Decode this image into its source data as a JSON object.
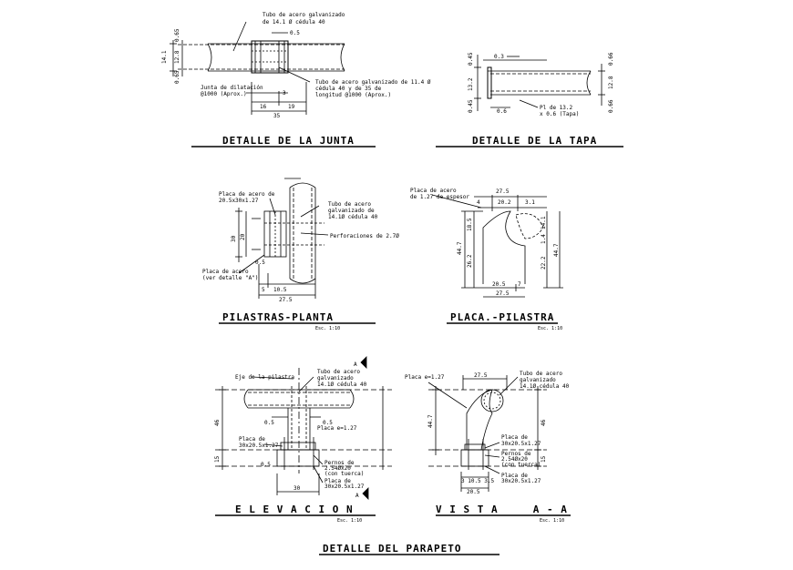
{
  "sheet_title": "DETALLE DEL PARAPETO",
  "junta": {
    "title": "DETALLE DE LA JUNTA",
    "note_top_1": "Tubo de acero galvanizado",
    "note_top_2": "de 14.1 Ø cédula 40",
    "note_right_1": "Tubo de acero galvanizado de 11.4 Ø",
    "note_right_2": "cédula 40 y de 35 de",
    "note_right_3": "longitud @1000 (Aprox.)",
    "note_left_1": "Junta de dilatación",
    "note_left_2": "@1000 (Aprox.)",
    "dim_top_gap": "0.5",
    "dim_3": "3",
    "dim_16": "16",
    "dim_19": "19",
    "dim_35": "35",
    "dim_14_1": "14.1",
    "dim_12_8": "12.8",
    "dim_0_65_a": "0.65",
    "dim_0_65_b": "0.65"
  },
  "tapa": {
    "title": "DETALLE DE LA TAPA",
    "dim_0_3": "0.3",
    "dim_0_6": "0.6",
    "dim_0_45_a": "0.45",
    "dim_13_2": "13.2",
    "dim_0_45_b": "0.45",
    "dim_0_66_a": "0.66",
    "dim_12_8": "12.8",
    "dim_0_66_b": "0.66",
    "note_1": "Pl de 13.2",
    "note_2": "x 0.6 (Tapa)"
  },
  "pilastras": {
    "title": "PILASTRAS-PLANTA",
    "scale": "Esc. 1:10",
    "note_plate_1": "Placa de acero de",
    "note_plate_2": "20.5x30x1.27",
    "note_tube_1": "Tubo de acero",
    "note_tube_2": "galvanizado de",
    "note_tube_3": "14.1Ø cédula 40",
    "note_perf": "Perforaciones de 2.7Ø",
    "note_plate2_1": "Placa de acero",
    "note_plate2_2": "(ver detalle \"A\")",
    "dim_5": "5",
    "dim_10_5": "10.5",
    "dim_27_5": "27.5",
    "dim_30": "30",
    "dim_20": "20",
    "dim_0_5": "0.5"
  },
  "placa": {
    "title": "PLACA.-PILASTRA",
    "scale": "Esc. 1:10",
    "note_1": "Placa de acero",
    "note_2": "de 1.27 de espesor",
    "dim_27_5_top": "27.5",
    "dim_4": "4",
    "dim_20_2": "20.2",
    "dim_3_1": "3.1",
    "dim_44_7_l": "44.7",
    "dim_18_5": "18.5",
    "dim_26_2": "26.2",
    "dim_14_1": "14.1",
    "dim_1_4": "1.4",
    "dim_22_2": "22.2",
    "dim_44_7_r": "44.7",
    "dim_20_5": "20.5",
    "dim_7": "7",
    "dim_27_5_bot": "27.5"
  },
  "elevacion": {
    "title": "E L E V A C I O N",
    "scale": "Esc. 1:10",
    "note_axis": "Eje de la pilastra",
    "note_tube_1": "Tubo de acero",
    "note_tube_2": "galvanizado",
    "note_tube_3": "14.1Ø cédula 40",
    "note_placa": "Placa e=1.27",
    "note_plate_1": "Placa de",
    "note_plate_2": "30x20.5x1.27",
    "note_pernos_1": "Pernos de",
    "note_pernos_2": "2.54Øx20",
    "note_pernos_3": "(con tuerca)",
    "note_plate_b_1": "Placa de",
    "note_plate_b_2": "30x20.5x1.27",
    "dim_46": "46",
    "dim_15": "15",
    "dim_30": "30",
    "dim_0_5": "0.5",
    "cut_mark": "A"
  },
  "vista": {
    "title": "V I S T A     A - A",
    "scale": "Esc. 1:10",
    "note_placa": "Placa e=1.27",
    "note_tube_1": "Tubo de acero",
    "note_tube_2": "galvanizado",
    "note_tube_3": "14.1Ø cédula 40",
    "note_plate_1": "Placa de",
    "note_plate_2": "30x20.5x1.27",
    "note_pernos_1": "Pernos de",
    "note_pernos_2": "2.54Øx20",
    "note_pernos_3": "(con tuerca)",
    "note_plate_b_1": "Placa de",
    "note_plate_b_2": "30x20.5x1.27",
    "dim_27_5": "27.5",
    "dim_44_7": "44.7",
    "dim_46": "46",
    "dim_15": "15",
    "dim_20_5": "20.5",
    "dim_row": "3  10.5  3.5"
  }
}
